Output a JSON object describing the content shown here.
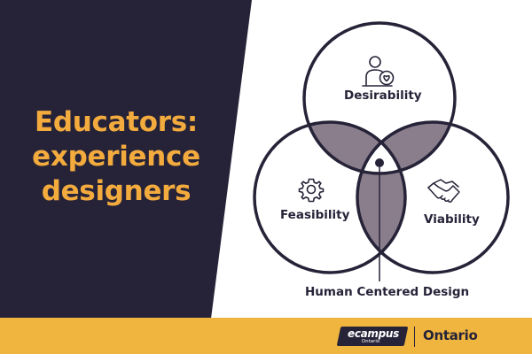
{
  "headline": {
    "lines": [
      "Educators:",
      "experience",
      "designers"
    ]
  },
  "venn": {
    "circles": [
      {
        "label": "Desirability",
        "icon": "person-heart-icon"
      },
      {
        "label": "Feasibility",
        "icon": "gear-icon"
      },
      {
        "label": "Viability",
        "icon": "handshake-icon"
      }
    ],
    "center_label": "Human Centered Design"
  },
  "footer": {
    "ecampus_logo": {
      "text": "ecampus",
      "subtext": "Ontario"
    },
    "ontario_wordmark": "Ontario",
    "ontario_icon": "trillium-icon"
  },
  "colors": {
    "navy": "#262338",
    "accent_orange": "#f3ab3e",
    "overlap_mauve": "#8a7e8c",
    "footer_yellow": "#efb53f",
    "white": "#ffffff"
  }
}
